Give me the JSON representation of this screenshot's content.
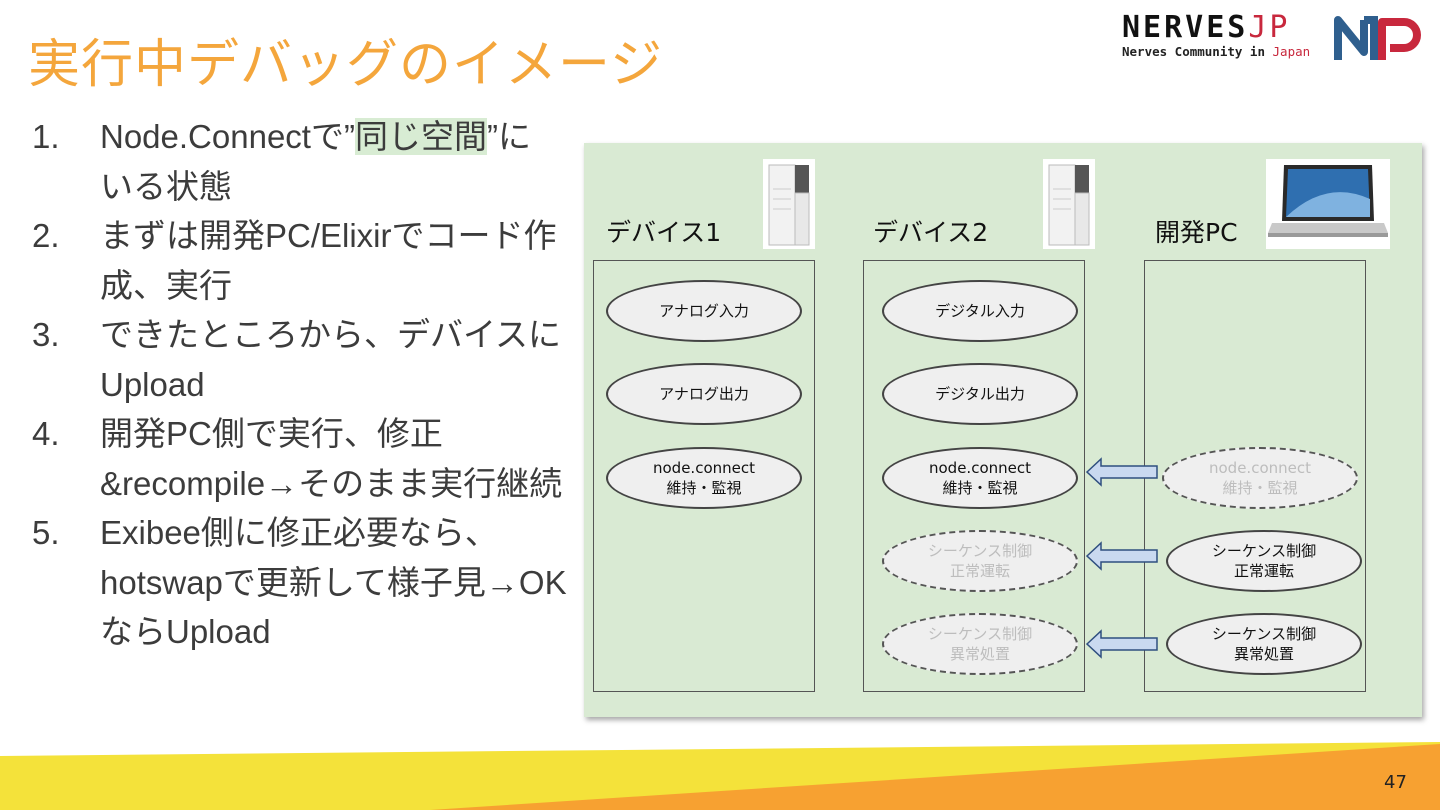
{
  "title": "実行中デバッグのイメージ",
  "logo": {
    "word": "NERVES",
    "word_jp": "JP",
    "sub": "Nerves Community in",
    "sub_jp": "Japan"
  },
  "steps": [
    {
      "num": "1.",
      "lines": [
        "Node.Connectで”",
        "同じ空間",
        "”に",
        "いる状態"
      ]
    },
    {
      "num": "2.",
      "text": "まずは開発PC/Elixirでコード作成、実行"
    },
    {
      "num": "3.",
      "text": "できたところから、デバイスにUpload"
    },
    {
      "num": "4.",
      "text": "開発PC側で実行、修正 &recompile→そのまま実行継続"
    },
    {
      "num": "5.",
      "text": "Exibee側に修正必要なら、hotswapで更新して様子見→OKならUpload"
    }
  ],
  "diagram": {
    "columns": [
      {
        "title": "デバイス1",
        "icon": "server-device-icon"
      },
      {
        "title": "デバイス2",
        "icon": "server-device-icon"
      },
      {
        "title": "開発PC",
        "icon": "laptop-icon"
      }
    ],
    "device1": {
      "analog_in": "アナログ入力",
      "analog_out": "アナログ出力",
      "nc_line1": "node.connect",
      "nc_line2": "維持・監視"
    },
    "device2": {
      "digital_in": "デジタル入力",
      "digital_out": "デジタル出力",
      "nc_line1": "node.connect",
      "nc_line2": "維持・監視",
      "seq_normal_line1": "シーケンス制御",
      "seq_normal_line2": "正常運転",
      "seq_error_line1": "シーケンス制御",
      "seq_error_line2": "異常処置"
    },
    "devpc": {
      "nc_line1": "node.connect",
      "nc_line2": "維持・監視",
      "seq_normal_line1": "シーケンス制御",
      "seq_normal_line2": "正常運転",
      "seq_error_line1": "シーケンス制御",
      "seq_error_line2": "異常処置"
    }
  },
  "page_number": "47",
  "colors": {
    "title": "#f4a63c",
    "diagram_bg": "#d9ead3",
    "highlight": "#d8ecd3",
    "arrow_fill": "#c9d9f0",
    "footer_yellow": "#f4e23a",
    "footer_orange": "#f7a131",
    "logo_red": "#c8283d",
    "logo_blue": "#2f5f8e"
  }
}
